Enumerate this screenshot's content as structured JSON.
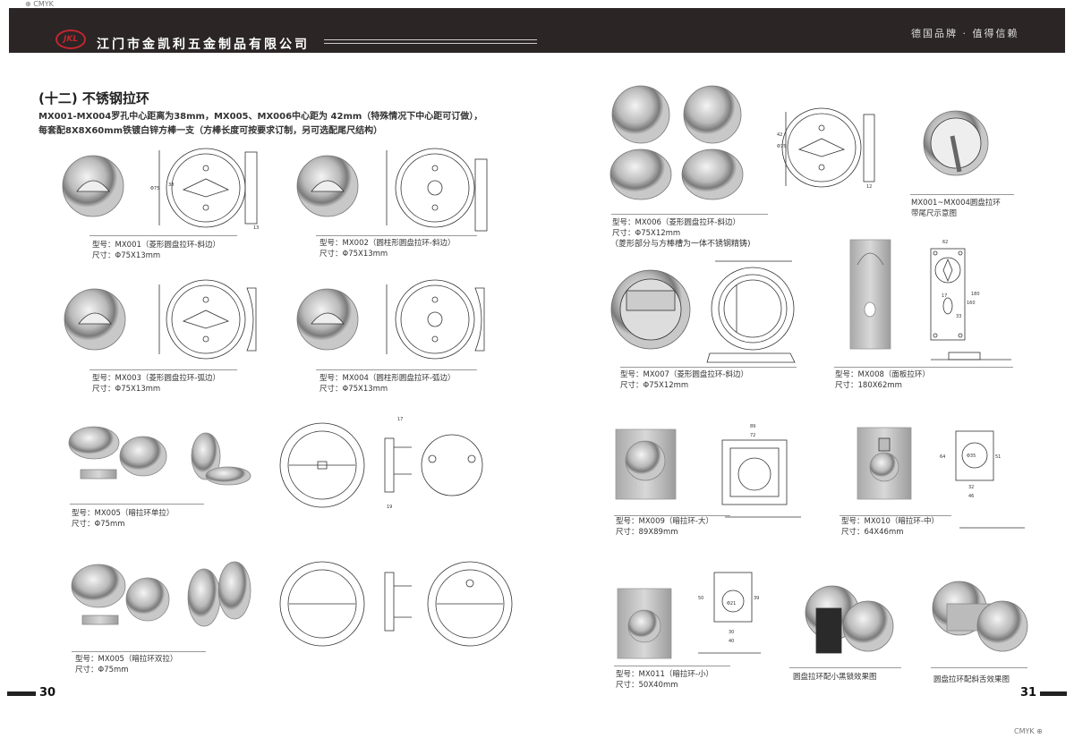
{
  "print_marks": {
    "left": "CMYK",
    "right": "CMYK"
  },
  "header": {
    "logo": "JKL",
    "company": "江门市金凯利五金制品有限公司",
    "slogan": "德国品牌 · 值得信赖"
  },
  "section": {
    "title": "(十二) 不锈钢拉环",
    "intro_1": "MX001-MX004罗孔中心距离为38mm，MX005、MX006中心距为 42mm（特殊情况下中心距可订做），",
    "intro_2": "每套配8X8X60mm铁镀白锌方棒一支（方棒长度可按要求订制，另可选配尾尺结构）"
  },
  "products": [
    {
      "model": "型号：MX001（菱形圆盘拉环-斜边）",
      "size": "尺寸：Φ75X13mm"
    },
    {
      "model": "型号：MX002（圆柱形圆盘拉环-斜边）",
      "size": "尺寸：Φ75X13mm"
    },
    {
      "model": "型号：MX003（菱形圆盘拉环-弧边）",
      "size": "尺寸：Φ75X13mm"
    },
    {
      "model": "型号：MX004（圆柱形圆盘拉环-弧边）",
      "size": "尺寸：Φ75X13mm"
    },
    {
      "model": "型号：MX005（暗拉环单拉）",
      "size": "尺寸：Φ75mm"
    },
    {
      "model": "型号：MX005（暗拉环双拉）",
      "size": "尺寸：Φ75mm"
    },
    {
      "model": "型号：MX006（菱形圆盘拉环-斜边）",
      "size": "尺寸：Φ75X12mm",
      "note": "（菱形部分与方棒槽为一体不锈钢精铸)"
    },
    {
      "model": "MX001~MX004圆盘拉环",
      "size": "带尾尺示意图"
    },
    {
      "model": "型号：MX007（菱形圆盘拉环-斜边）",
      "size": "尺寸：Φ75X12mm"
    },
    {
      "model": "型号：MX008（面板拉环）",
      "size": "尺寸：180X62mm"
    },
    {
      "model": "型号：MX009（暗拉环-大）",
      "size": "尺寸：89X89mm"
    },
    {
      "model": "型号：MX010（暗拉环-中）",
      "size": "尺寸：64X46mm"
    },
    {
      "model": "型号：MX011（暗拉环-小）",
      "size": "尺寸：50X40mm"
    },
    {
      "model": "圆盘拉环配小黑锁效果图"
    },
    {
      "model": "圆盘拉环配斜舌效果图"
    }
  ],
  "dims": {
    "d75": "Φ75",
    "c38": "38",
    "t13": "13",
    "t12": "12",
    "c42": "42",
    "w62": "62",
    "h180": "180",
    "h160": "160",
    "w17": "17",
    "h33": "33",
    "w89": "89",
    "w72": "72",
    "w46": "46",
    "w32": "32",
    "h64": "64",
    "h51": "51",
    "d35": "Φ35",
    "w40": "40",
    "w30": "30",
    "h50": "50",
    "h39": "39",
    "d21": "Φ21",
    "t19": "19",
    "t17": "17"
  },
  "pages": {
    "left": "30",
    "right": "31"
  }
}
